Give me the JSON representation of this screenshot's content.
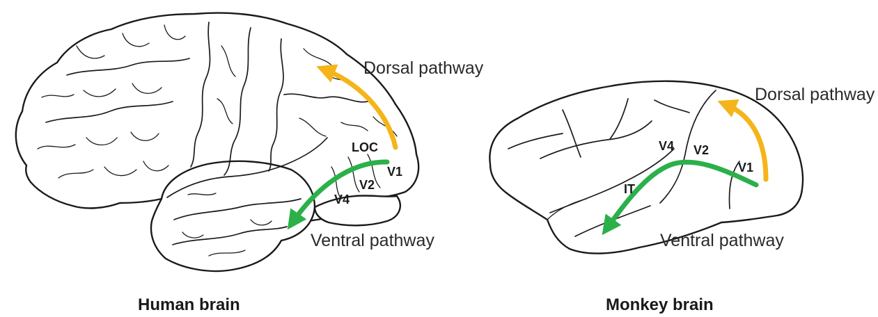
{
  "colors": {
    "dorsal_arrow": "#F5B41A",
    "ventral_arrow": "#2BB04A",
    "outline": "#1a1a1a",
    "background": "#ffffff"
  },
  "human": {
    "caption": "Human brain",
    "dorsal_label": "Dorsal pathway",
    "ventral_label": "Ventral pathway",
    "areas": {
      "loc": "LOC",
      "v1": "V1",
      "v2": "V2",
      "v4": "V4"
    }
  },
  "monkey": {
    "caption": "Monkey brain",
    "dorsal_label": "Dorsal pathway",
    "ventral_label": "Ventral pathway",
    "areas": {
      "v1": "V1",
      "v2": "V2",
      "v4": "V4",
      "it": "IT"
    }
  }
}
